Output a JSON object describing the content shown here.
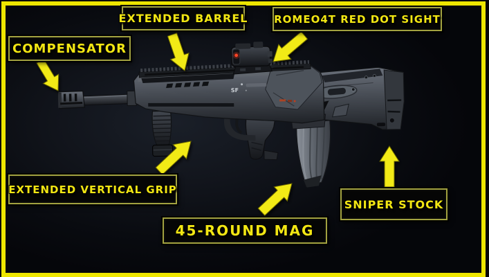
{
  "page": {
    "title": "Weapon attachment loadout callout"
  },
  "colors": {
    "frame_yellow": "#eee600",
    "label_text_yellow": "#f2e613",
    "label_border_olive": "#a2a240",
    "arrow_yellow": "#f2ea12",
    "background_dark": "#0b0e14",
    "sight_dot_red": "#ff4426",
    "weapon_gray": "#565b63"
  },
  "callouts": {
    "compensator": "COMPENSATOR",
    "extended_barrel": "EXTENDED BARREL",
    "red_dot_sight": "ROMEO4T RED DOT SIGHT",
    "vertical_grip": "EXTENDED VERTICAL GRIP",
    "magazine": "45-ROUND MAG",
    "stock": "SNIPER STOCK"
  },
  "weapon": {
    "side_marking": "SF"
  }
}
